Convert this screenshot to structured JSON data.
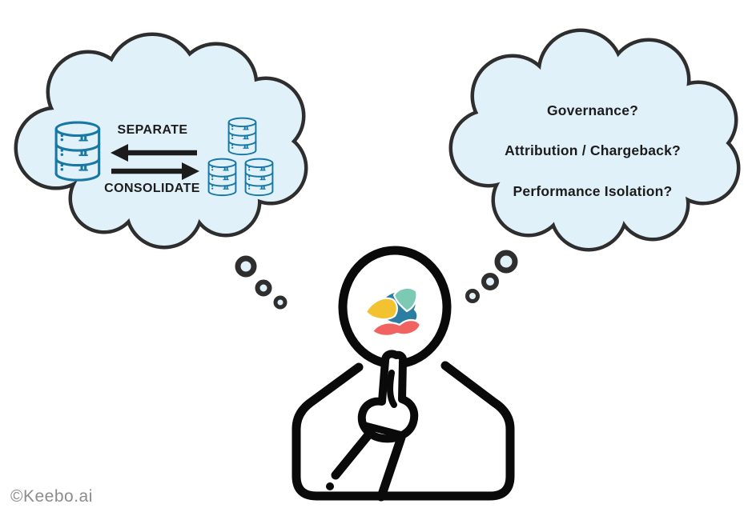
{
  "colors": {
    "cloud-fill": "#e1f1fa",
    "cloud-stroke": "#2e2e2e",
    "ink": "#1c1c1c",
    "person-ink": "#0a0a0a",
    "db-stroke": "#1878a5",
    "watermark-gray": "#8c8c8c",
    "logo-yellow": "#f3c231",
    "logo-blue": "#2b7da1",
    "logo-teal": "#7ccab4",
    "logo-red": "#f16361"
  },
  "left_cloud": {
    "separate_label": "SEPARATE",
    "consolidate_label": "CONSOLIDATE",
    "icons": {
      "large_database": "database-icon",
      "small_database_count": 3,
      "separate_arrow": "arrow-left-icon",
      "consolidate_arrow": "arrow-right-icon"
    }
  },
  "right_cloud": {
    "questions": [
      "Governance?",
      "Attribution / Chargeback?",
      "Performance Isolation?"
    ]
  },
  "person": {
    "figure": "thinking-person-icon",
    "head_logo": "keebo-logo-icon"
  },
  "watermark": "©Keebo.ai"
}
